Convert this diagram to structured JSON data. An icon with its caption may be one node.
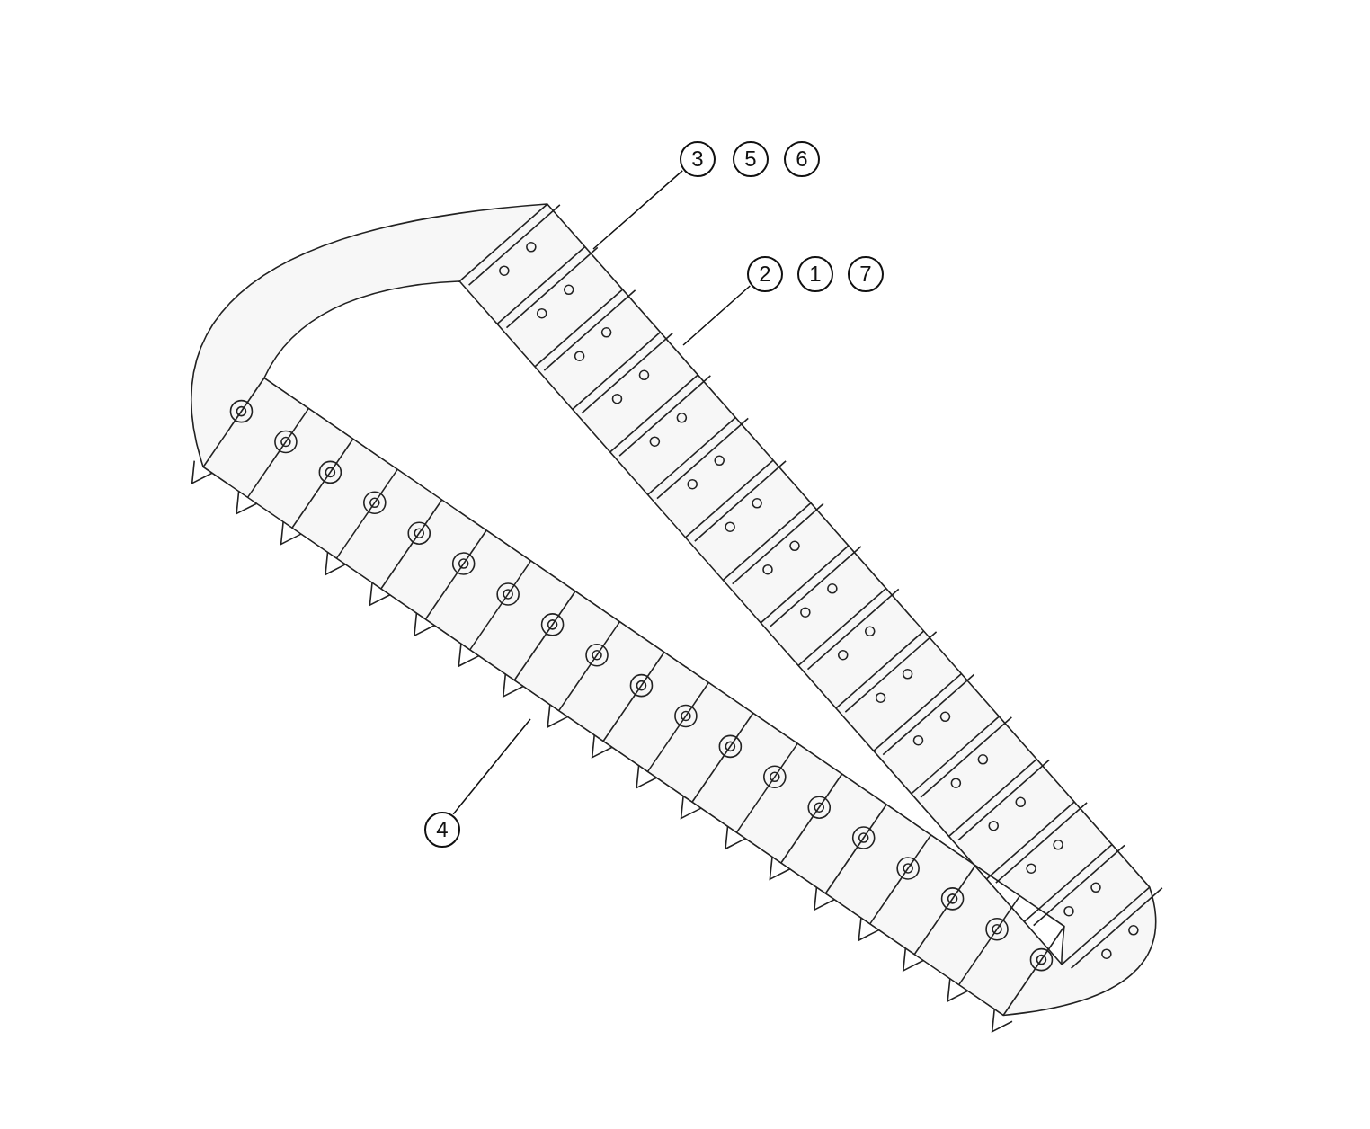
{
  "diagram": {
    "nodes": [
      {
        "text": [
          "3"
        ]
      },
      {
        "text": [
          "5"
        ]
      },
      {
        "text": [
          "6"
        ]
      },
      {
        "text": [
          "2"
        ]
      },
      {
        "text": [
          "1"
        ]
      },
      {
        "text": [
          "7"
        ]
      },
      {
        "text": [
          "4"
        ]
      },
      {
        "text": [],
        "shape": "picture"
      }
    ],
    "edges": [
      {
        "from": 0,
        "to": 7,
        "arrow": "none"
      },
      {
        "from": 3,
        "to": 7,
        "arrow": "none"
      },
      {
        "from": 6,
        "to": 7,
        "arrow": "none"
      }
    ]
  }
}
